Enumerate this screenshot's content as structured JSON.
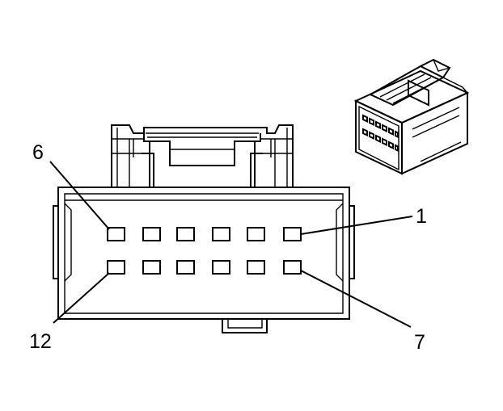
{
  "diagram": {
    "pin_labels": {
      "top_left": "6",
      "top_right": "1",
      "bottom_left": "12",
      "bottom_right": "7"
    },
    "pins": {
      "rows": 2,
      "columns": 6,
      "total": 12
    },
    "colors": {
      "line": "#000000",
      "background": "#ffffff"
    }
  }
}
